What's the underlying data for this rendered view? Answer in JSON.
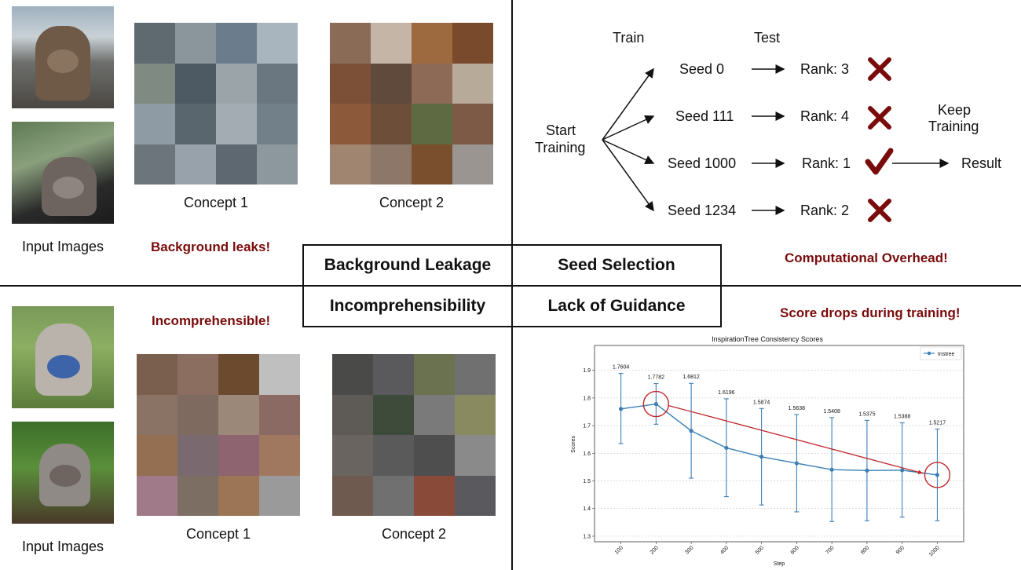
{
  "top_left": {
    "input_caption": "Input Images",
    "concept1_caption": "Concept 1",
    "concept2_caption": "Concept 2",
    "problem": "Background leaks!"
  },
  "bottom_left": {
    "input_caption": "Input Images",
    "concept1_caption": "Concept 1",
    "concept2_caption": "Concept 2",
    "problem": "Incomprehensible!"
  },
  "center_table": {
    "top_left": "Background Leakage",
    "top_right": "Seed Selection",
    "bottom_left": "Incomprehensibility",
    "bottom_right": "Lack of Guidance"
  },
  "seed_diagram": {
    "train_label": "Train",
    "test_label": "Test",
    "start_label_1": "Start",
    "start_label_2": "Training",
    "seeds": [
      {
        "seed": "Seed 0",
        "rank": "Rank: 3",
        "ok": false
      },
      {
        "seed": "Seed 111",
        "rank": "Rank: 4",
        "ok": false
      },
      {
        "seed": "Seed 1000",
        "rank": "Rank: 1",
        "ok": true
      },
      {
        "seed": "Seed 1234",
        "rank": "Rank: 2",
        "ok": false
      }
    ],
    "keep_1": "Keep",
    "keep_2": "Training",
    "result": "Result",
    "problem": "Computational Overhead!"
  },
  "score_problem": "Score drops during training!",
  "chart_data": {
    "type": "line",
    "title": "InspirationTree Consistency Scores",
    "xlabel": "Step",
    "ylabel": "Scores",
    "legend": "Instree",
    "legend_position": "top-right",
    "x": [
      100,
      200,
      300,
      400,
      500,
      600,
      700,
      800,
      900,
      1000
    ],
    "values": [
      1.7604,
      1.7782,
      1.6812,
      1.6196,
      1.5874,
      1.5638,
      1.5408,
      1.5375,
      1.5388,
      1.5217
    ],
    "labels": [
      "1.7604",
      "1.7782",
      "1.6812",
      "1.6196",
      "1.5874",
      "1.5638",
      "1.5408",
      "1.5375",
      "1.5388",
      "1.5217"
    ],
    "err_low": [
      1.635,
      1.705,
      1.51,
      1.443,
      1.413,
      1.388,
      1.353,
      1.356,
      1.369,
      1.356
    ],
    "err_high": [
      1.889,
      1.852,
      1.853,
      1.797,
      1.762,
      1.74,
      1.729,
      1.719,
      1.71,
      1.688
    ],
    "ylim": [
      1.28,
      1.99
    ],
    "yticks": [
      1.3,
      1.4,
      1.5,
      1.6,
      1.7,
      1.8,
      1.9
    ],
    "grid": true,
    "series_color": "#3b7fb5",
    "highlight": [
      200,
      1000
    ],
    "highlight_color": "#c0272d"
  }
}
